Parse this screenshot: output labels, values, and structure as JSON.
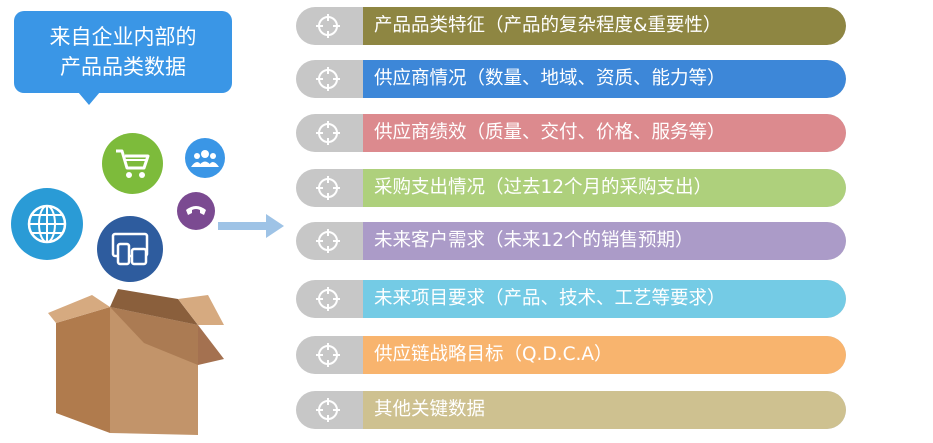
{
  "callout": {
    "line1": "来自企业内部的",
    "line2": "产品品类数据"
  },
  "icons": [
    "cart-icon",
    "group-icon",
    "phone-icon",
    "globe-icon",
    "devices-icon",
    "box-icon",
    "arrow-icon",
    "target-icon"
  ],
  "colors": {
    "callout": "#3a96e6",
    "cart": "#7dbb3b",
    "group": "#3a96e6",
    "phone": "#7b4a91",
    "globe": "#2a9bd6",
    "devices": "#2e5c9e",
    "arrow": "#9ec3e6",
    "pill_gray": "#c7c7c7"
  },
  "items": [
    {
      "label": "产品品类特征（产品的复杂程度&重要性）",
      "color": "#8e8642"
    },
    {
      "label": "供应商情况（数量、地域、资质、能力等）",
      "color": "#3d87d8"
    },
    {
      "label": "供应商绩效（质量、交付、价格、服务等）",
      "color": "#dc8a8e"
    },
    {
      "label": "采购支出情况（过去12个月的采购支出）",
      "color": "#aed07c"
    },
    {
      "label": "未来客户需求（未来12个的销售预期）",
      "color": "#ab9bc8"
    },
    {
      "label": "未来项目要求（产品、技术、工艺等要求）",
      "color": "#74cbe5"
    },
    {
      "label": "供应链战略目标（Q.D.C.A）",
      "color": "#f8b46e"
    },
    {
      "label": "其他关键数据",
      "color": "#cec190"
    }
  ]
}
